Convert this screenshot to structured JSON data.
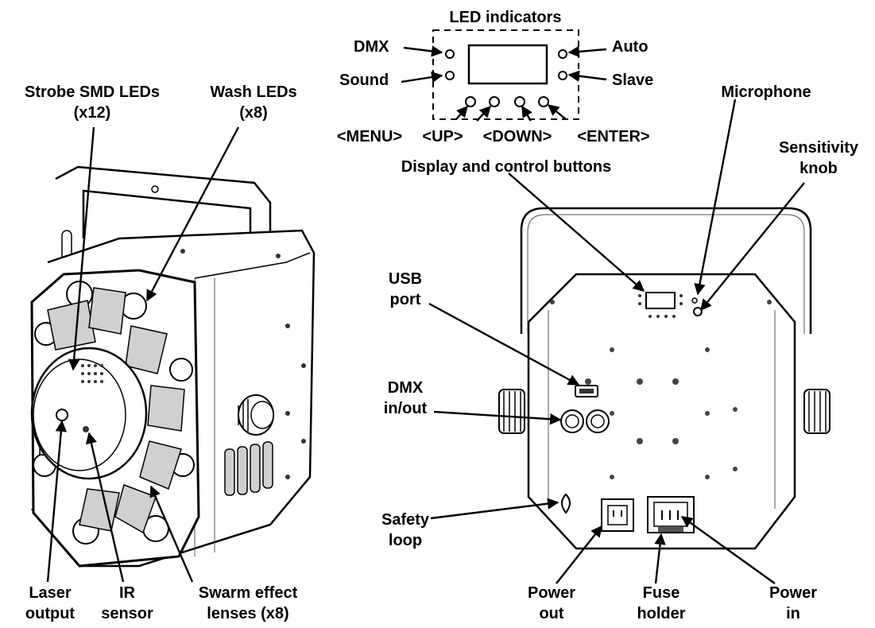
{
  "labels": {
    "led_indicators": "LED indicators",
    "dmx": "DMX",
    "auto": "Auto",
    "sound": "Sound",
    "slave": "Slave",
    "menu": "<MENU>",
    "up": "<UP>",
    "down": "<DOWN>",
    "enter": "<ENTER>",
    "display_buttons": "Display and control buttons",
    "strobe_1": "Strobe SMD LEDs",
    "strobe_2": "(x12)",
    "wash_1": "Wash LEDs",
    "wash_2": "(x8)",
    "microphone": "Microphone",
    "sensitivity_1": "Sensitivity",
    "sensitivity_2": "knob",
    "usb_1": "USB",
    "usb_2": "port",
    "dmx_io_1": "DMX",
    "dmx_io_2": "in/out",
    "safety_1": "Safety",
    "safety_2": "loop",
    "laser_1": "Laser",
    "laser_2": "output",
    "ir_1": "IR",
    "ir_2": "sensor",
    "swarm_1": "Swarm effect",
    "swarm_2": "lenses (x8)",
    "power_out_1": "Power",
    "power_out_2": "out",
    "fuse_1": "Fuse",
    "fuse_2": "holder",
    "power_in_1": "Power",
    "power_in_2": "in"
  }
}
